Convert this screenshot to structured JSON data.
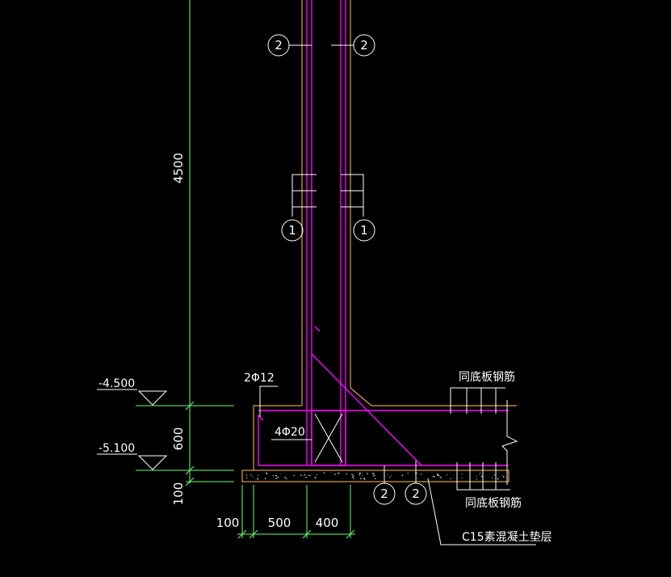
{
  "colors": {
    "background": "#000000",
    "wall_outline": "#ff00ff",
    "rebar": "#ff00ff",
    "concrete_edge": "#e0a040",
    "dimension": "#66ff66",
    "text": "#ffffff",
    "leader": "#ffffff"
  },
  "dimensions": {
    "height_total": "4500",
    "footing_height": "600",
    "cushion_thickness": "100",
    "widths": [
      "100",
      "500",
      "400"
    ]
  },
  "elevations": {
    "top": "-4.500",
    "bottom": "-5.100"
  },
  "rebar_tags": {
    "tag_2": "2",
    "tag_1": "1"
  },
  "labels": {
    "top_bar": "2Φ12",
    "mid_bar": "4Φ20",
    "same_as_slab_top": "同底板钢筋",
    "same_as_slab_bottom": "同底板钢筋",
    "cushion": "C15素混凝土垫层"
  }
}
